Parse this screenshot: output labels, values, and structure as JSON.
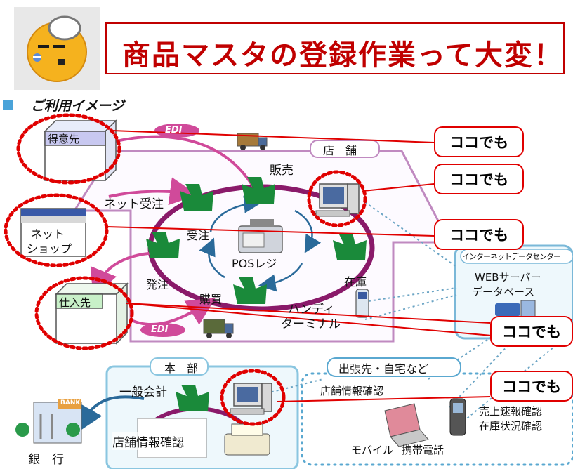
{
  "title": "商品マスタの登録作業って大変！",
  "section_label": "ご利用イメージ",
  "callouts": [
    "ココでも",
    "ココでも",
    "ココでも",
    "ココでも",
    "ココでも"
  ],
  "edi_labels": [
    "EDI",
    "EDI"
  ],
  "store": {
    "label": "店　舗"
  },
  "partners": {
    "customer": "得意先",
    "net_shop_line1": "ネット",
    "net_shop_line2": "ショップ",
    "supplier": "仕入先"
  },
  "cycle": {
    "sales": "販売",
    "net_order": "ネット受注",
    "order_received": "受注",
    "pos": "POSレジ",
    "inventory": "在庫",
    "ordering": "発注",
    "purchase": "購買",
    "handy_line1": "ハンディ",
    "handy_line2": "ターミナル"
  },
  "datacenter": {
    "header": "インターネットデータセンター",
    "line1": "WEBサーバー",
    "line2": "データベース"
  },
  "hq": {
    "label": "本　部",
    "accounting": "一般会計",
    "store_info": "店舗情報確認"
  },
  "remote": {
    "label": "出張先・自宅など",
    "store_info": "店舗情報確認",
    "sales_report": "売上速報確認",
    "stock_status": "在庫状況確認",
    "mobile": "モバイル",
    "phone": "携帯電話"
  },
  "bank": {
    "label": "銀　行",
    "sign": "BANK"
  },
  "colors": {
    "accent_red": "#c00000",
    "callout_red": "#e00000",
    "apron_green": "#1a8a3a",
    "cycle_purple": "#8a1a6a",
    "store_border": "#c08ac0",
    "dc_blue": "#7ab8d8",
    "arrow_pink": "#d04a9a"
  }
}
